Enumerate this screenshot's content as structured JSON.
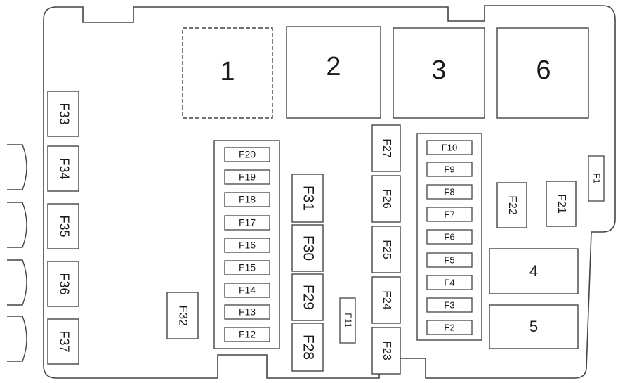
{
  "diagram": {
    "relays": [
      {
        "id": "relay-1",
        "label": "1"
      },
      {
        "id": "relay-2",
        "label": "2"
      },
      {
        "id": "relay-3",
        "label": "3"
      },
      {
        "id": "relay-6",
        "label": "6"
      },
      {
        "id": "relay-4",
        "label": "4"
      },
      {
        "id": "relay-5",
        "label": "5"
      }
    ],
    "left_column_fuses": [
      "F33",
      "F34",
      "F35",
      "F36",
      "F37"
    ],
    "left_block_fuses": [
      "F20",
      "F19",
      "F18",
      "F17",
      "F16",
      "F15",
      "F14",
      "F13",
      "F12"
    ],
    "mid_large_fuses": [
      "F31",
      "F30",
      "F29",
      "F28"
    ],
    "mid_column_fuses": [
      "F27",
      "F26",
      "F25",
      "F24",
      "F23"
    ],
    "right_block_fuses": [
      "F10",
      "F9",
      "F8",
      "F7",
      "F6",
      "F5",
      "F4",
      "F3",
      "F2"
    ],
    "single_fuses": [
      "F32",
      "F11",
      "F22",
      "F21",
      "F1"
    ]
  }
}
